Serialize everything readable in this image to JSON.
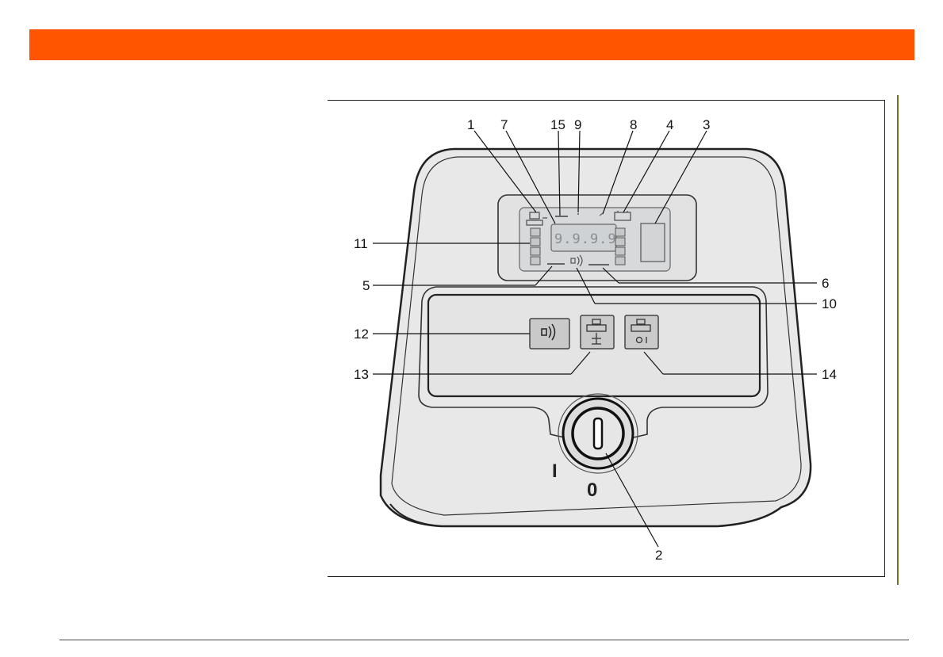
{
  "diagram": {
    "callouts": [
      {
        "id": "c1",
        "label": "1"
      },
      {
        "id": "c7",
        "label": "7"
      },
      {
        "id": "c15",
        "label": "15"
      },
      {
        "id": "c9",
        "label": "9"
      },
      {
        "id": "c8",
        "label": "8"
      },
      {
        "id": "c4",
        "label": "4"
      },
      {
        "id": "c3",
        "label": "3"
      },
      {
        "id": "c11",
        "label": "11"
      },
      {
        "id": "c5",
        "label": "5"
      },
      {
        "id": "c6",
        "label": "6"
      },
      {
        "id": "c10",
        "label": "10"
      },
      {
        "id": "c12",
        "label": "12"
      },
      {
        "id": "c13",
        "label": "13"
      },
      {
        "id": "c14",
        "label": "14"
      },
      {
        "id": "c2",
        "label": "2"
      }
    ],
    "lcd_readout": "9.9.9.9.",
    "power_switch": {
      "on_label": "I",
      "off_label": "0"
    }
  },
  "colors": {
    "banner": "#ff5500",
    "line": "#222222",
    "device_fill": "#e6e6e6",
    "lcd_fill": "#d7d9db"
  }
}
